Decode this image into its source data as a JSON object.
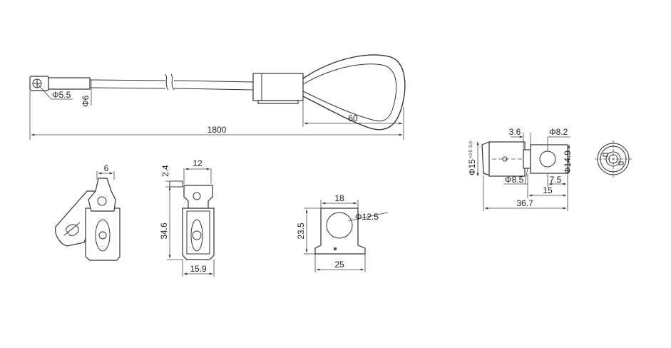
{
  "drawing": {
    "cable_length": "1800",
    "loop_length": "60",
    "ring_terminal_hole": "Φ5.5",
    "cable_diameter": "Φ6",
    "clip_tab_width": "6",
    "clip_thickness": "2.4",
    "clip_top_width": "12",
    "clip_height": "34.6",
    "clip_bottom_width": "15.9",
    "bracket_top_width": "18",
    "bracket_hole": "Φ12.5",
    "bracket_height": "23.5",
    "bracket_base_width": "25",
    "lock_offset": "3.6",
    "lock_body_dia": "Φ8.2",
    "lock_head_dia": "Φ15",
    "lock_head_tol": "+0.0 -0.0",
    "lock_pin_dia": "Φ8.5",
    "lock_body_dia2": "Φ14.9",
    "lock_end_len": "7.5",
    "lock_mid_len": "15",
    "lock_total_len": "36.7"
  }
}
